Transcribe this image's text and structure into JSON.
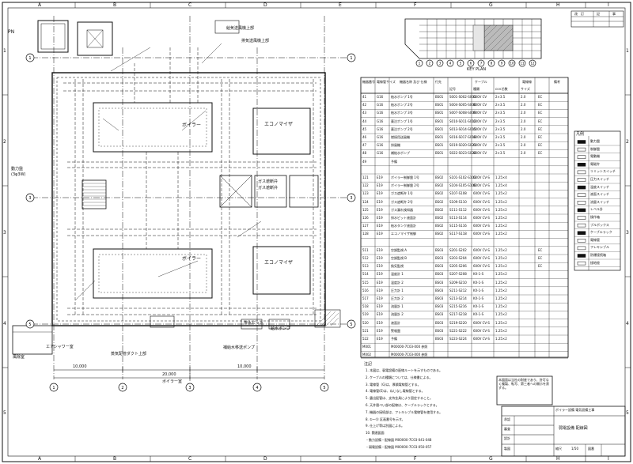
{
  "grid": {
    "columns": [
      "A",
      "B",
      "C",
      "D",
      "E",
      "F",
      "G",
      "H",
      "I"
    ],
    "rows": [
      "1",
      "2",
      "3",
      "4",
      "5"
    ],
    "columns_bottom": [
      "A",
      "B",
      "C",
      "D",
      "E",
      "F",
      "G",
      "H",
      "I"
    ]
  },
  "plan": {
    "north_label": "PN",
    "room_boiler_1": "ボイラー",
    "room_boiler_2": "ボイラー",
    "room_economizer_1": "エコノマイザ",
    "room_economizer_2": "エコノマイザ",
    "label_roof_top": "給気送風機上部",
    "label_roof_mid": "排気送風機上部",
    "label_gas_1": "ガス遮断弁",
    "label_gas_2": "ガス遮断弁",
    "label_pit": "排水ピット",
    "label_pump": "給水ポンプ",
    "label_entrance_left": "エアシャワー室",
    "label_hall": "風除室",
    "label_bottom_duct": "蒸気配管ダクト上部",
    "label_bottom_pump": "補給水移送ポンプ",
    "label_bottom_title": "ボイラー室",
    "dim_left": "10,000",
    "dim_right": "10,000",
    "dim_total": "20,000",
    "left_tag": "動力盤",
    "left_tag_sub": "(3φ3W)",
    "circle_1": "1",
    "circle_2": "2",
    "circle_3": "3",
    "circle_4": "4",
    "circle_5": "5"
  },
  "key_plan": {
    "title": "KEY PLAN",
    "circles": [
      "1",
      "2",
      "3",
      "4",
      "5",
      "6",
      "7",
      "8",
      "9",
      "10",
      "11",
      "12"
    ]
  },
  "table": {
    "headers": [
      "機器番号",
      "電線管サイズ",
      "機器名称 及び 仕様",
      "行先",
      "ケーブル",
      "電線線",
      "備考"
    ],
    "sub_headers": [
      "記号",
      "種類",
      "cs×芯数",
      "サイズ"
    ],
    "rows": [
      [
        "41",
        "G16",
        "給水ポンプ 1号",
        "BS01",
        "S001-S002-S003",
        "600V CV",
        "2×3.5",
        "2.0",
        "EC"
      ],
      [
        "42",
        "G16",
        "給水ポンプ 2号",
        "BS01",
        "S004-S005-S006",
        "600V CV",
        "2×3.5",
        "2.0",
        "EC"
      ],
      [
        "43",
        "G16",
        "給水ポンプ 3号",
        "BS01",
        "S007-S008-S009",
        "600V CV",
        "2×3.5",
        "2.0",
        "EC"
      ],
      [
        "44",
        "G16",
        "薬注ポンプ 1号",
        "BS01",
        "S010-S011-S012",
        "600V CV",
        "2×3.5",
        "2.0",
        "EC"
      ],
      [
        "45",
        "G16",
        "薬注ポンプ 2号",
        "BS01",
        "S013-S014-S015",
        "600V CV",
        "2×3.5",
        "2.0",
        "EC"
      ],
      [
        "46",
        "G16",
        "燃焼用送風機",
        "BS01",
        "S016-S017-S018",
        "600V CV",
        "2×3.5",
        "2.0",
        "EC"
      ],
      [
        "47",
        "G16",
        "排風機",
        "BS01",
        "S019-S020-S021",
        "600V CV",
        "2×3.5",
        "2.0",
        "EC"
      ],
      [
        "48",
        "G16",
        "補給水ポンプ",
        "BS01",
        "S022-S023-S024",
        "600V CV",
        "2×3.5",
        "2.0",
        "EC"
      ],
      [
        "49",
        "",
        "予備",
        "",
        "",
        "",
        "",
        "",
        ""
      ],
      [
        "",
        "",
        "",
        "",
        "",
        "",
        "",
        "",
        ""
      ],
      [
        "121",
        "E19",
        "ボイラー制御盤 1号",
        "BS02",
        "S101-S102-S103",
        "600V CV-S",
        "1.25×4",
        "",
        ""
      ],
      [
        "122",
        "E19",
        "ボイラー制御盤 2号",
        "BS02",
        "S104-S105-S106",
        "600V CV-S",
        "1.25×4",
        "",
        ""
      ],
      [
        "123",
        "E19",
        "ガス遮断弁 1号",
        "BS02",
        "S107-S108",
        "600V CV-S",
        "1.25×2",
        "",
        ""
      ],
      [
        "124",
        "E19",
        "ガス遮断弁 2号",
        "BS02",
        "S109-S110",
        "600V CV-S",
        "1.25×2",
        "",
        ""
      ],
      [
        "125",
        "E19",
        "ガス漏れ検知器",
        "BS02",
        "S111-S112",
        "600V CV-S",
        "1.25×2",
        "",
        ""
      ],
      [
        "126",
        "E19",
        "排水ピット液面計",
        "BS02",
        "S113-S114",
        "600V CV-S",
        "1.25×2",
        "",
        ""
      ],
      [
        "127",
        "E19",
        "給水タンク液面計",
        "BS02",
        "S115-S116",
        "600V CV-S",
        "1.25×2",
        "",
        ""
      ],
      [
        "128",
        "E19",
        "エコノマイザ制御",
        "BS02",
        "S117-S118",
        "600V CV-S",
        "1.25×2",
        "",
        ""
      ],
      [
        "",
        "",
        "",
        "",
        "",
        "",
        "",
        "",
        ""
      ],
      [
        "511",
        "E19",
        "空調監視 A",
        "BS03",
        "S201-S202",
        "600V CV-S",
        "1.25×2",
        "",
        "EC"
      ],
      [
        "512",
        "E19",
        "空調監視 B",
        "BS03",
        "S203-S204",
        "600V CV-S",
        "1.25×2",
        "",
        "EC"
      ],
      [
        "513",
        "E19",
        "換気監視",
        "BS03",
        "S205-S206",
        "600V CV-S",
        "1.25×2",
        "",
        "EC"
      ],
      [
        "514",
        "E19",
        "温度計 1",
        "BS03",
        "S207-S208",
        "KX-1-S",
        "1.25×2",
        "",
        ""
      ],
      [
        "515",
        "E19",
        "温度計 2",
        "BS03",
        "S209-S210",
        "KX-1-S",
        "1.25×2",
        "",
        ""
      ],
      [
        "516",
        "E19",
        "圧力計 1",
        "BS03",
        "S211-S212",
        "KX-1-S",
        "1.25×2",
        "",
        ""
      ],
      [
        "517",
        "E19",
        "圧力計 2",
        "BS03",
        "S213-S214",
        "KX-1-S",
        "1.25×2",
        "",
        ""
      ],
      [
        "518",
        "E19",
        "流量計 1",
        "BS03",
        "S215-S216",
        "KX-1-S",
        "1.25×2",
        "",
        ""
      ],
      [
        "519",
        "E19",
        "流量計 2",
        "BS03",
        "S217-S218",
        "KX-1-S",
        "1.25×2",
        "",
        ""
      ],
      [
        "520",
        "E19",
        "液面計",
        "BS03",
        "S219-S220",
        "600V CV-S",
        "1.25×2",
        "",
        ""
      ],
      [
        "521",
        "E19",
        "警報盤",
        "BS03",
        "S221-S222",
        "600V CV-S",
        "1.25×2",
        "",
        ""
      ],
      [
        "522",
        "E19",
        "予備",
        "BS03",
        "S223-S224",
        "600V CV-S",
        "1.25×2",
        "",
        ""
      ]
    ],
    "footer_rows": [
      [
        "M001",
        "",
        "M00000-7C03-000 参照"
      ],
      [
        "M002",
        "",
        "M00000-7C03-000 参照"
      ]
    ]
  },
  "legend": {
    "title": "凡例",
    "items": [
      "動力盤",
      "制御盤",
      "電動機",
      "電磁弁",
      "リミットスイッチ",
      "圧力スイッチ",
      "温度スイッチ",
      "液面スイッチ",
      "流量スイッチ",
      "レベル計",
      "操作箱",
      "プルボックス",
      "ケーブルラック",
      "電線管",
      "フレキシブル",
      "防爆接続箱",
      "接地極"
    ]
  },
  "notes": {
    "title": "注記",
    "lines": [
      "1. 本図は、弱電設備の配線ルートを示すものである。",
      "2. ケーブルの種類については、仕様書による。",
      "3. 電線管（G)は、厚鋼電線管とする。",
      "4. 電線管(E)は、ねじなし電線管とする。",
      "5. 露出配管は、支持金具により固定すること。",
      "6. 天井隠ぺい部の配線は、ケーブルラックとする。",
      "7. 機器の接続部は、フレキシブル電線管を使用する。",
      "8. ①〜⑫ 区画番号を示す。",
      "9. 仕上げ等は別図による。",
      "10. 関連図面",
      "・動力設備・配線図 M00000-7C03-041-048",
      "・弱電設備・配線図 M00000-7C03-050-057"
    ]
  },
  "stamp_box": {
    "text": "本図面は当社の財産であり、許可なく複製、転写、第三者への開示を禁ずる。"
  },
  "title_block": {
    "rows": [
      "承認",
      "審査",
      "設計",
      "製図"
    ],
    "project": "ボイラー設備 電気設備工事",
    "drawing_title": "弱電設備 配線図",
    "scale_label": "縮尺",
    "scale_value": "1/50",
    "number_label": "図番",
    "top_right_1": "改",
    "top_right_2": "訂",
    "top_right_3": "記",
    "top_right_4": "事"
  }
}
